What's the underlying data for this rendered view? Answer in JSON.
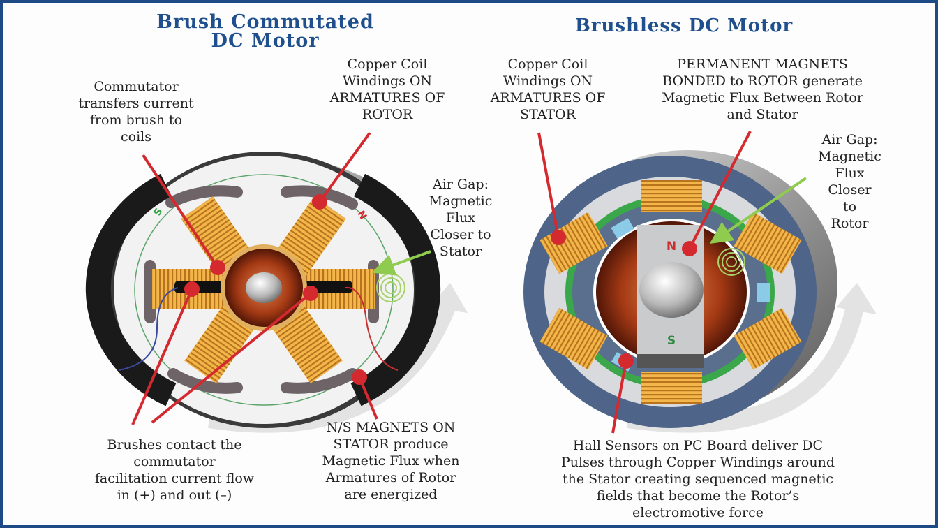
{
  "colors": {
    "frame": "#1e4a86",
    "title": "#1f4f8c",
    "callout_line": "#d42a2f",
    "air_gap_arrow": "#8fcb4e",
    "copper": "#e7a63c",
    "stator_blue": "#506a8e",
    "green_ring": "#3aa84a"
  },
  "left_diagram": {
    "title": "Brush Commutated\nDC Motor",
    "title_line1": "Brush Commutated",
    "title_line2": "DC Motor",
    "labels": {
      "commutator": "Commutator\ntransfers current\nfrom brush to\ncoils",
      "copper_coil_rotor": "Copper Coil\nWindings ON\nARMATURES OF\nROTOR",
      "air_gap": "Air Gap:\nMagnetic\nFlux\nCloser to\nStator",
      "brushes": "Brushes contact the\ncommutator\nfacilitation current flow\nin (+) and out (–)",
      "ns_magnets": "N/S MAGNETS ON\nSTATOR produce\nMagnetic Flux when\nArmatures of Rotor\nare energized"
    },
    "magnet_marks": {
      "south": "S",
      "north": "N"
    }
  },
  "right_diagram": {
    "title": "Brushless DC Motor",
    "labels": {
      "copper_coil_stator": "Copper Coil\nWindings ON\nARMATURES OF\nSTATOR",
      "permanent_magnets": "PERMANENT MAGNETS\nBONDED to ROTOR generate\nMagnetic Flux Between Rotor\nand Stator",
      "air_gap": "Air Gap:\nMagnetic\nFlux\nCloser\nto\nRotor",
      "hall_sensors": "Hall Sensors on PC Board deliver DC\nPulses through Copper Windings around\nthe Stator creating sequenced magnetic\nfields that become the Rotor’s\nelectromotive force"
    },
    "magnet_marks": {
      "north": "N",
      "south": "S"
    }
  }
}
